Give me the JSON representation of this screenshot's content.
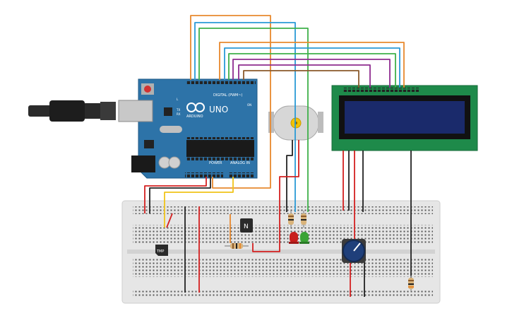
{
  "arduino": {
    "brand": "ARDUINO",
    "model": "UNO",
    "digital_label": "DIGITAL (PWM~)",
    "analog_label": "ANALOG IN",
    "power_label": "POWER",
    "on_label": "ON",
    "tx_label": "TX",
    "rx_label": "RX",
    "l_label": "L"
  },
  "sensor": {
    "label": "TMP"
  },
  "transistor": {
    "label": "N"
  },
  "colors": {
    "arduino_board": "#2d73a8",
    "breadboard": "#e6e6e6",
    "lcd_pcb": "#1e8a4a",
    "lcd_screen": "#1a2a6b",
    "wire_orange": "#e8892e",
    "wire_blue": "#2a9ad6",
    "wire_green": "#3fb14a",
    "wire_purple": "#8e2c8f",
    "wire_brown": "#8b5a2b",
    "wire_red": "#d42020",
    "wire_black": "#222222",
    "wire_yellow": "#f0c419",
    "led_red": "#c8201e",
    "led_green": "#3aa335",
    "pot_knob": "#1f3f7a"
  }
}
